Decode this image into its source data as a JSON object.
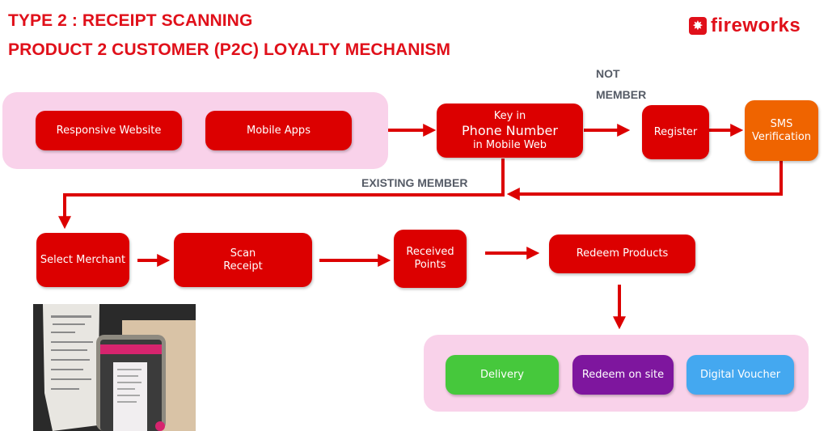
{
  "header": {
    "title_line1": "TYPE 2 : RECEIPT SCANNING",
    "title_line2": "PRODUCT 2 CUSTOMER (P2C) LOYALTY MECHANISM"
  },
  "logo": {
    "text": "fireworks",
    "icon": "firework-burst-icon",
    "color": "#e0101a"
  },
  "channels": {
    "responsive_website": "Responsive Website",
    "mobile_apps": "Mobile Apps"
  },
  "phone_step": {
    "line1": "Key in",
    "line2": "Phone Number",
    "line3": "in Mobile Web"
  },
  "labels": {
    "not_member_line1": "NOT",
    "not_member_line2": "MEMBER",
    "existing_member": "EXISTING MEMBER"
  },
  "register": "Register",
  "sms": {
    "line1": "SMS",
    "line2": "Verification"
  },
  "select_merchant": "Select Merchant",
  "scan_receipt": {
    "line1": "Scan",
    "line2": "Receipt"
  },
  "received_points": {
    "line1": "Received",
    "line2": "Points"
  },
  "redeem_products": "Redeem Products",
  "redeem_options": {
    "delivery": "Delivery",
    "redeem_on_site": "Redeem on site",
    "digital_voucher": "Digital Voucher"
  },
  "colors": {
    "accent_red": "#dc0000",
    "orange": "#ef6400",
    "green": "#46c83c",
    "purple": "#7e169e",
    "blue": "#44a8f0",
    "panel_pink": "#f9d2ea"
  },
  "photo": {
    "description_icon": "receipt-scanning-photo"
  }
}
